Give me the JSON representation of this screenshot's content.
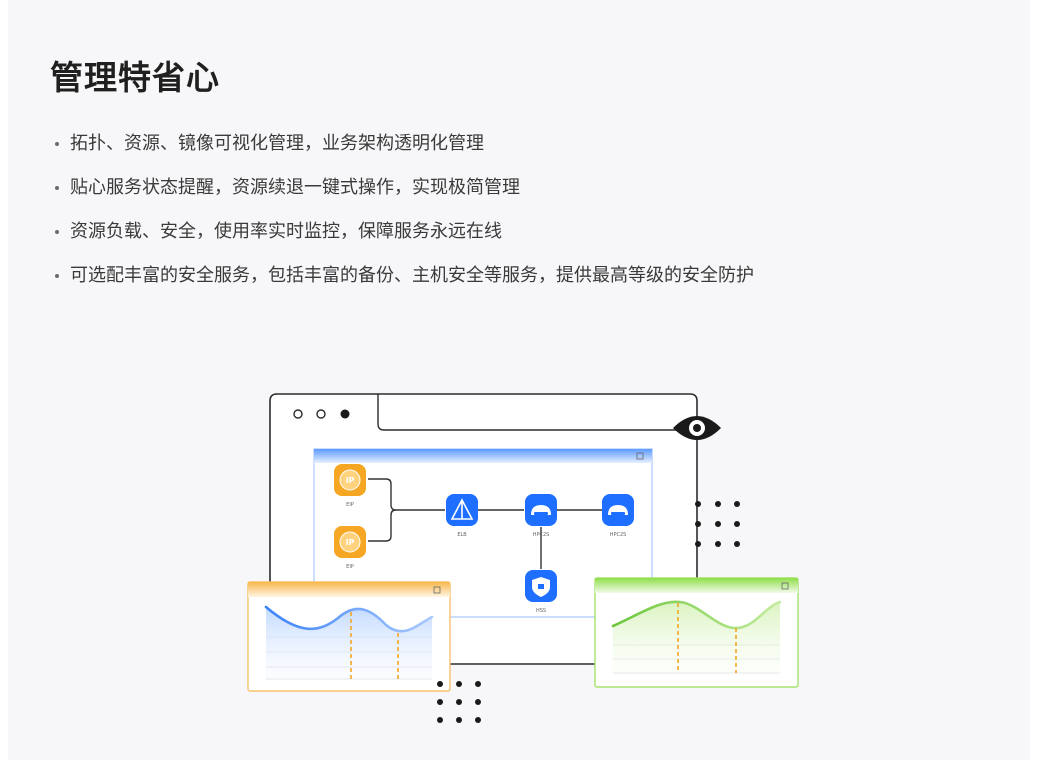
{
  "title": "管理特省心",
  "bullets": [
    "拓扑、资源、镜像可视化管理，业务架构透明化管理",
    "贴心服务状态提醒，资源续退一键式操作，实现极简管理",
    "资源负载、安全，使用率实时监控，保障服务永远在线",
    "可选配丰富的安全服务，包括丰富的备份、主机安全等服务，提供最高等级的安全防护"
  ],
  "illustration": {
    "ip_badge": "IP",
    "node_labels": {
      "eip_top": "EIP",
      "eip_bottom": "EIP",
      "elb": "ELB",
      "ecs_middle": "HPC2S",
      "ecs_right": "HPC2S",
      "hss": "HSS"
    },
    "colors": {
      "blue": "#1e6fff",
      "orange": "#f5a623",
      "green": "#7ed321",
      "dark": "#1a1a1a"
    }
  }
}
